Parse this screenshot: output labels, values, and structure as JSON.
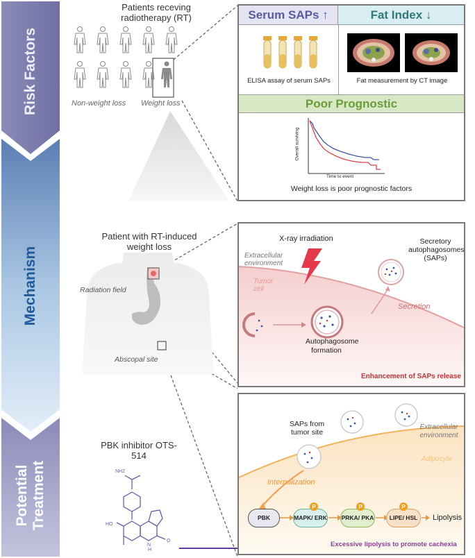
{
  "side_labels": {
    "risk": "Risk Factors",
    "mechanism": "Mechanism",
    "treatment": "Potential Treatment"
  },
  "colors": {
    "chevron_dark": "#7f7fae",
    "chevron_mid": "#5571a8",
    "chevron_light": "#c9def0",
    "label_risk": "#6c6ca6",
    "label_mech": "#1f5a9a",
    "label_treat": "#5e5e9c",
    "serum_bg": "#e4e4f3",
    "fat_bg": "#d8eef2",
    "prognostic_bg": "#d9e8c4",
    "release_red": "#c53030",
    "lipolysis_purple": "#8e3b9a"
  },
  "risk": {
    "patients_title": "Patients receving radiotherapy (RT)",
    "non_weight_loss": "Non-weight loss",
    "weight_loss": "Weight loss",
    "serum_header": "Serum SAPs",
    "serum_arrow": "↑",
    "fat_header": "Fat Index",
    "fat_arrow": "↓",
    "elisa_caption": "ELISA assay of serum SAPs",
    "ct_caption": "Fat measurement by CT image",
    "prognostic_header": "Poor Prognostic",
    "km_ylabel": "Overall surviving",
    "km_xlabel": "Time to event",
    "km_caption": "Weight loss is poor prognostic factors"
  },
  "mechanism": {
    "patient_title": "Patient with RT-induced weight loss",
    "radiation_field": "Radiation field",
    "abscopal_site": "Abscopal site",
    "xray": "X-ray irradiation",
    "extracellular": "Extracellular environment",
    "tumor_cell": "Tumor cell",
    "secretory": "Secretory autophagosomes (SAPs)",
    "secretion": "Secretion",
    "autophagosome": "Autophagosome formation",
    "release": "Enhancement of SAPs release"
  },
  "treatment": {
    "inhibitor": "PBK inhibitor OTS-514",
    "saps_from": "SAPs from tumor site",
    "extracellular": "Extracellular environment",
    "adipocyte": "Adipocyte",
    "internalization": "Internalization",
    "nodes": [
      "PBK",
      "MAPK/ ERK",
      "PRKA/ PKA",
      "LIPE/ HSL"
    ],
    "phospho": "P",
    "lipolysis": "Lipolysis",
    "caption": "Excessive lipolysis to promote cachexia",
    "chem_labels": [
      "NH2",
      "HO",
      "O",
      "N",
      "H"
    ]
  }
}
